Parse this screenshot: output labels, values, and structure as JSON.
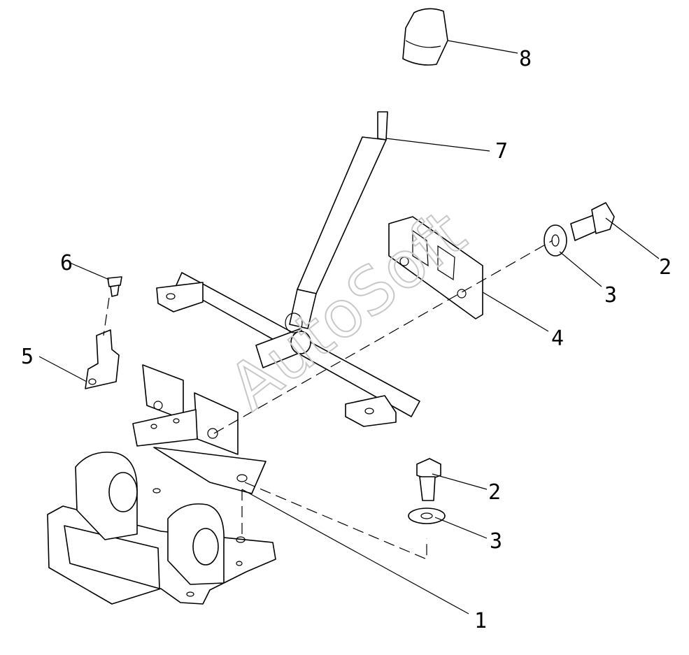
{
  "watermark": "AutoSoft",
  "callouts": [
    {
      "id": "c1",
      "text": "1"
    },
    {
      "id": "c2a",
      "text": "2"
    },
    {
      "id": "c2b",
      "text": "2"
    },
    {
      "id": "c3a",
      "text": "3"
    },
    {
      "id": "c3b",
      "text": "3"
    },
    {
      "id": "c4",
      "text": "4"
    },
    {
      "id": "c5",
      "text": "5"
    },
    {
      "id": "c6",
      "text": "6"
    },
    {
      "id": "c7",
      "text": "7"
    },
    {
      "id": "c8",
      "text": "8"
    }
  ]
}
